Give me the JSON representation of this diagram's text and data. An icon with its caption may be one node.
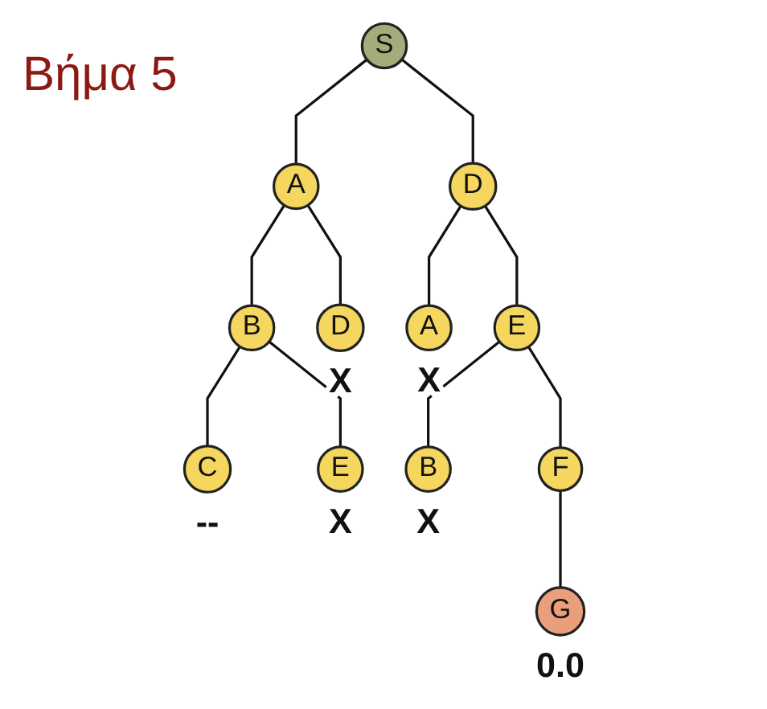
{
  "diagram": {
    "title": "Βήμα 5",
    "nodes": [
      {
        "text": [
          "S"
        ]
      },
      {
        "text": [
          "A"
        ]
      },
      {
        "text": [
          "D"
        ]
      },
      {
        "text": [
          "B"
        ]
      },
      {
        "text": [
          "D"
        ],
        "beside": [
          "X"
        ]
      },
      {
        "text": [
          "A"
        ],
        "beside": [
          "X"
        ]
      },
      {
        "text": [
          "E"
        ]
      },
      {
        "text": [
          "C"
        ],
        "beside": [
          "--"
        ]
      },
      {
        "text": [
          "E"
        ],
        "beside": [
          "X"
        ]
      },
      {
        "text": [
          "B"
        ],
        "beside": [
          "X"
        ]
      },
      {
        "text": [
          "F"
        ]
      },
      {
        "text": [
          "G"
        ],
        "beside": [
          "0.0"
        ]
      }
    ],
    "edges": [
      {
        "from": 0,
        "to": 1,
        "arrow": "none"
      },
      {
        "from": 0,
        "to": 2,
        "arrow": "none"
      },
      {
        "from": 1,
        "to": 3,
        "arrow": "none"
      },
      {
        "from": 1,
        "to": 4,
        "arrow": "none"
      },
      {
        "from": 2,
        "to": 5,
        "arrow": "none"
      },
      {
        "from": 2,
        "to": 6,
        "arrow": "none"
      },
      {
        "from": 3,
        "to": 7,
        "arrow": "none"
      },
      {
        "from": 3,
        "to": 8,
        "arrow": "none"
      },
      {
        "from": 6,
        "to": 9,
        "arrow": "none"
      },
      {
        "from": 6,
        "to": 10,
        "arrow": "none"
      },
      {
        "from": 10,
        "to": 11,
        "arrow": "none"
      }
    ]
  }
}
